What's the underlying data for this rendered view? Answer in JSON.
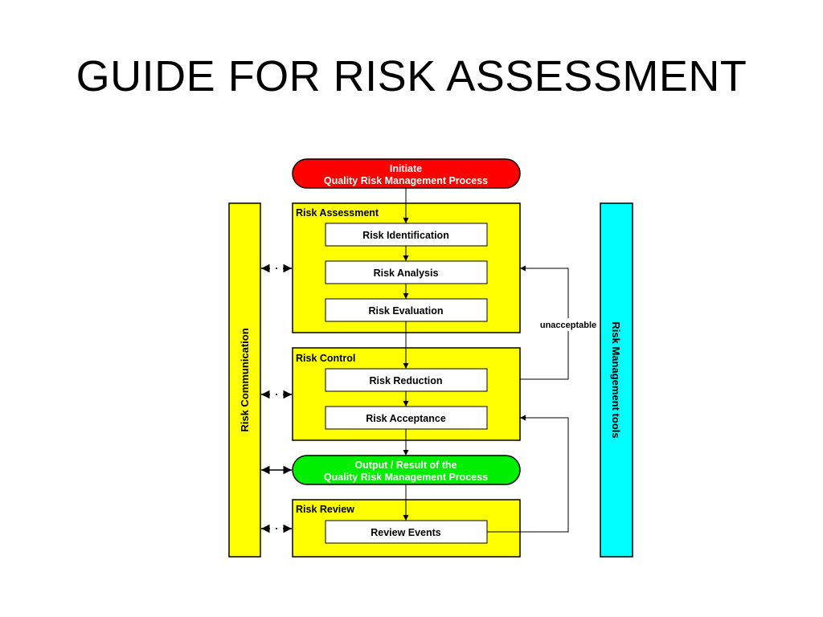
{
  "title": "GUIDE FOR RISK ASSESSMENT",
  "colors": {
    "yellow": "#ffff00",
    "red": "#ff0000",
    "green": "#00ee00",
    "cyan": "#00ffff",
    "stroke": "#000000"
  },
  "diagram": {
    "initiate": {
      "line1": "Initiate",
      "line2": "Quality Risk Management Process"
    },
    "risk_assessment": {
      "title": "Risk Assessment",
      "steps": [
        "Risk Identification",
        "Risk Analysis",
        "Risk Evaluation"
      ]
    },
    "risk_control": {
      "title": "Risk Control",
      "steps": [
        "Risk Reduction",
        "Risk Acceptance"
      ]
    },
    "output": {
      "line1": "Output / Result of the",
      "line2": "Quality Risk Management Process"
    },
    "risk_review": {
      "title": "Risk Review",
      "steps": [
        "Review Events"
      ]
    },
    "unacceptable_label": "unacceptable",
    "risk_communication": "Risk Communication",
    "risk_management_tools": "Risk Management tools"
  }
}
